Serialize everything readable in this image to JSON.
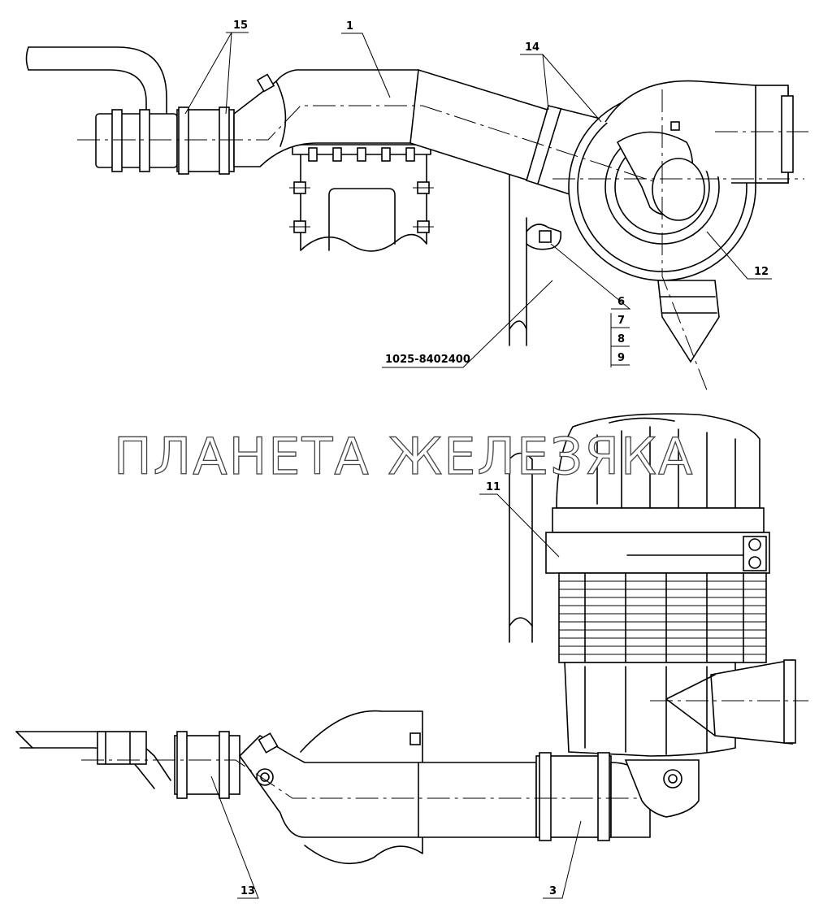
{
  "callouts": {
    "top": {
      "c1": "1",
      "c15": "15",
      "c14": "14",
      "c12": "12",
      "c6": "6",
      "c7": "7",
      "c8": "8",
      "c9": "9",
      "part": "1025-8402400"
    },
    "bottom": {
      "c11": "11",
      "c13": "13",
      "c3": "3"
    }
  },
  "watermark": "ПЛАНЕТА ЖЕЛЕЗЯКА"
}
